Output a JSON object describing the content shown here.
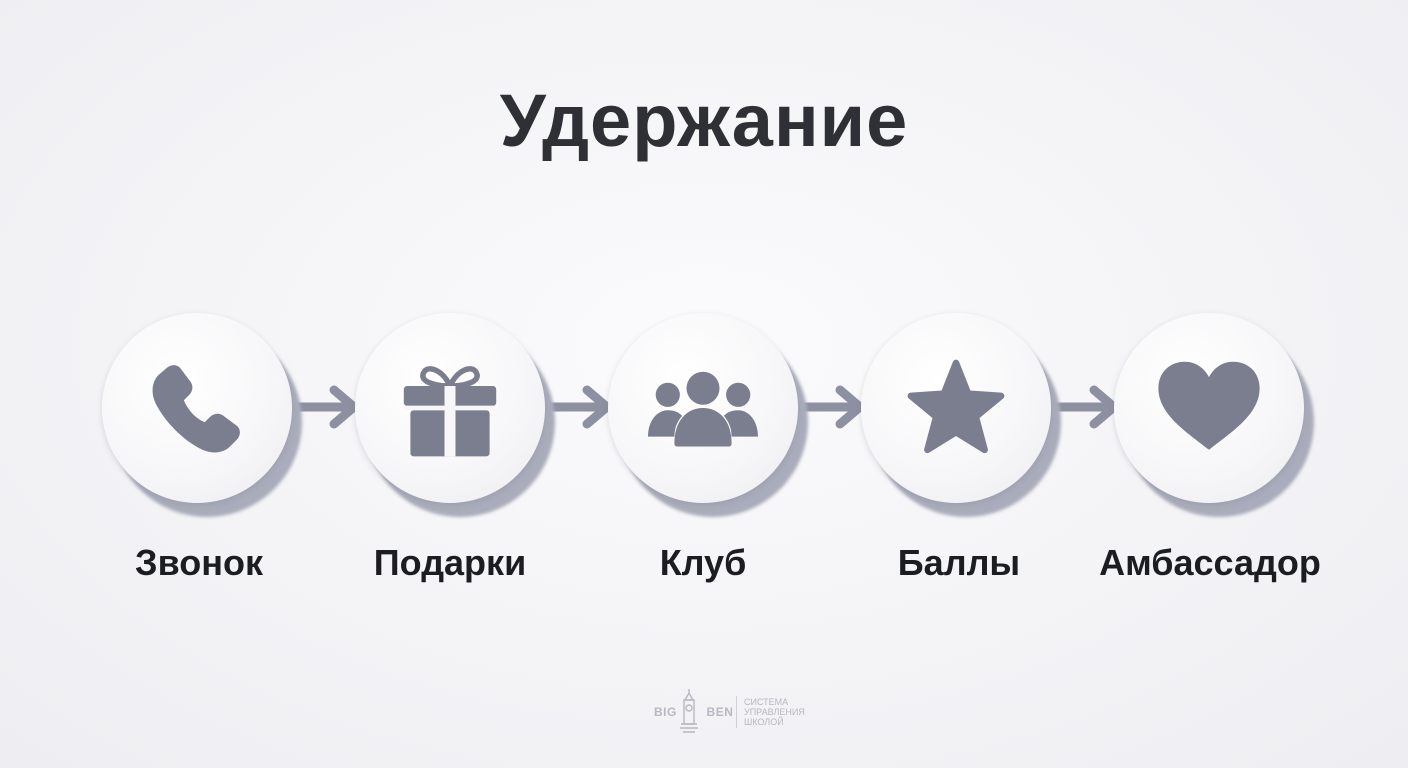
{
  "title": "Удержание",
  "steps": [
    {
      "label": "Звонок",
      "icon": "phone-icon"
    },
    {
      "label": "Подарки",
      "icon": "gift-icon"
    },
    {
      "label": "Клуб",
      "icon": "users-group-icon"
    },
    {
      "label": "Баллы",
      "icon": "star-icon"
    },
    {
      "label": "Амбассадор",
      "icon": "heart-icon"
    }
  ],
  "logo": {
    "brand_left": "BIG",
    "brand_right": "BEN",
    "tagline": [
      "СИСТЕМА",
      "УПРАВЛЕНИЯ",
      "ШКОЛОЙ"
    ]
  },
  "colors": {
    "icon": "#7b7e8e",
    "arrow": "#8d90a0",
    "title": "#2e3036",
    "label": "#1c1d21"
  }
}
